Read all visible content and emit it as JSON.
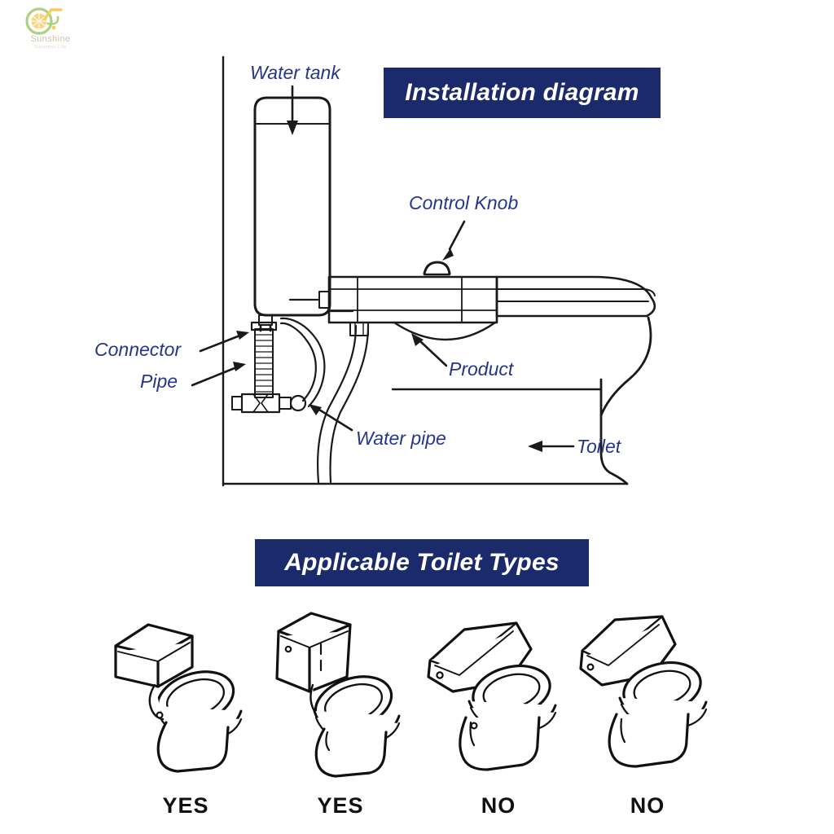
{
  "watermark": {
    "brand": "Sunshine",
    "tagline": "Sunshine Life",
    "icon": "citrus-slice-logo",
    "colors": {
      "ring": "#9ec96a",
      "slice": "#f6c445",
      "text": "#c9b79a"
    }
  },
  "theme": {
    "banner_bg": "#1a2a6b",
    "banner_text": "#ffffff",
    "callout_text": "#24368c",
    "line_art": "#1a1a1a",
    "page_bg": "#ffffff"
  },
  "sections": {
    "installation": {
      "banner_label": "Installation diagram",
      "callouts": [
        {
          "id": "water-tank",
          "label": "Water tank",
          "arrow": "down"
        },
        {
          "id": "control-knob",
          "label": "Control Knob",
          "arrow": "down-left"
        },
        {
          "id": "connector",
          "label": "Connector",
          "arrow": "up-right"
        },
        {
          "id": "pipe",
          "label": "Pipe",
          "arrow": "up-right"
        },
        {
          "id": "product",
          "label": "Product",
          "arrow": "up-left"
        },
        {
          "id": "water-pipe",
          "label": "Water pipe",
          "arrow": "up-left"
        },
        {
          "id": "toilet",
          "label": "Toilet",
          "arrow": "left"
        }
      ]
    },
    "toilet_types": {
      "banner_label": "Applicable Toilet Types",
      "items": [
        {
          "style": "two-piece-rectangular-tank",
          "verdict": "YES"
        },
        {
          "style": "two-piece-tall-angled-tank",
          "verdict": "YES"
        },
        {
          "style": "one-piece-low-profile-skirted",
          "verdict": "NO"
        },
        {
          "style": "one-piece-low-profile-curved",
          "verdict": "NO"
        }
      ]
    }
  }
}
